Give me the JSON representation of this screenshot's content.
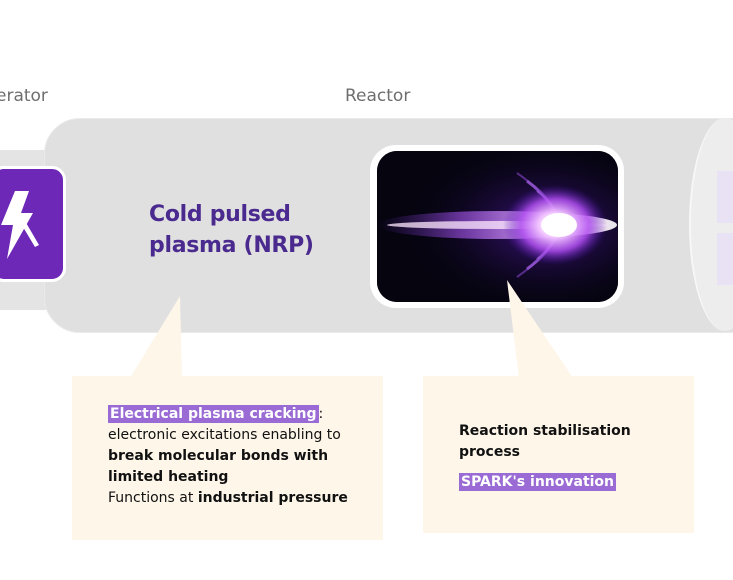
{
  "labels": {
    "generator": "erator",
    "reactor": "Reactor"
  },
  "nrp_title_line1": "Cold pulsed",
  "nrp_title_line2": "plasma (NRP)",
  "left_callout": {
    "highlight": "Electrical plasma cracking",
    "colon": ":",
    "line1": "electronic excitations enabling to",
    "bold_line": "break molecular bonds with limited heating",
    "line3_prefix": "Functions at ",
    "line3_bold": "industrial pressure"
  },
  "right_callout": {
    "bold_line": "Reaction stabilisation process",
    "highlight": "SPARK's innovation"
  },
  "icons": {
    "generator": "lightning-bolt-icon",
    "plasma": "plasma-discharge-image"
  },
  "colors": {
    "accent_purple": "#6d28b7",
    "title_purple": "#4a2a8e",
    "highlight": "#9a6bd4",
    "callout_bg": "#fdf6e9",
    "tube_gray": "#e0e0e0"
  }
}
